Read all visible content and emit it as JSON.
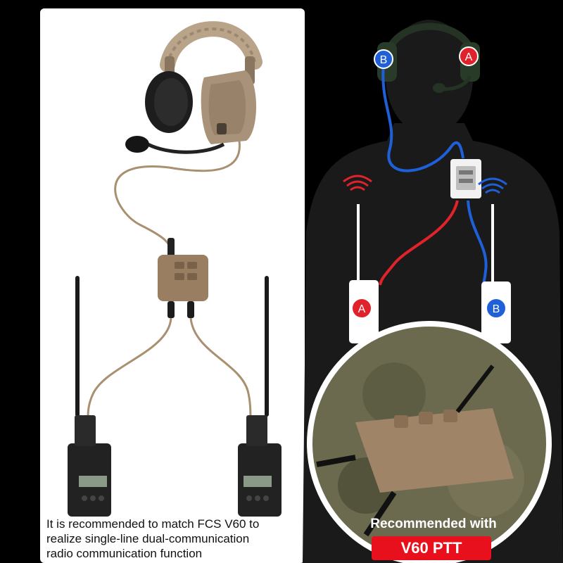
{
  "caption": {
    "line1": "It is recommended to match FCS V60 to",
    "line2": "realize single-line dual-communication",
    "line3": "radio communication function"
  },
  "recommend": {
    "title": "Recommended with",
    "badge": "V60 PTT"
  },
  "diagram": {
    "label_a": "A",
    "label_b": "B",
    "colors": {
      "channel_a": "#e0222b",
      "channel_b": "#1f5fd8",
      "gear": "#a38a70"
    }
  }
}
